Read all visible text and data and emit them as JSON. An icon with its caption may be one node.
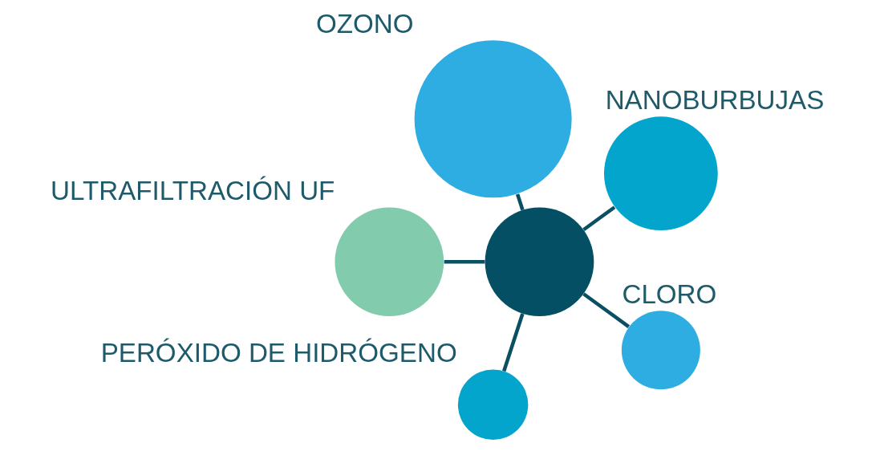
{
  "diagram": {
    "nodes": [
      {
        "text": [
          "NANOBURBUJAS"
        ]
      },
      {
        "text": [
          "OZONO"
        ]
      },
      {
        "text": [],
        "shape": "circle"
      },
      {
        "text": [
          "ULTRAFILTRACIÓN UF"
        ]
      },
      {
        "text": [
          "PERÓXIDO DE HIDRÓGENO"
        ]
      },
      {
        "text": [
          "CLORO"
        ]
      }
    ],
    "edges": [
      {
        "from": 2,
        "to": 0,
        "arrow": "none"
      },
      {
        "from": 2,
        "to": 1,
        "arrow": "none"
      },
      {
        "from": 2,
        "to": 3,
        "arrow": "none"
      },
      {
        "from": 2,
        "to": 4,
        "arrow": "none"
      },
      {
        "from": 2,
        "to": 5,
        "arrow": "none"
      }
    ]
  }
}
